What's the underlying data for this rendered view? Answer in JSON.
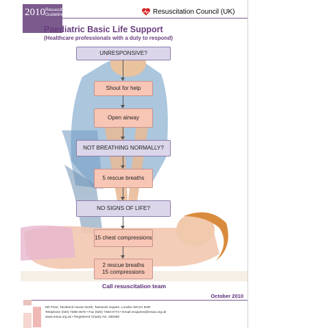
{
  "header": {
    "year": "2010",
    "guidelines_line1": "Resuscitation",
    "guidelines_line2": "Guidelines",
    "organisation": "Resuscitation Council (UK)"
  },
  "title": "Paediatric Basic Life Support",
  "subtitle": "(Healthcare professionals with a duty to respond)",
  "flow": {
    "step1": "UNRESPONSIVE?",
    "step2": "Shout for help",
    "step3": "Open airway",
    "step4": "NOT BREATHING NORMALLY?",
    "step5": "5 rescue breaths",
    "step6": "NO SIGNS OF LIFE?",
    "step7": "15 chest compressions",
    "step8_line1": "2 rescue breaths",
    "step8_line2": "15 compressions"
  },
  "call": "Call resuscitation team",
  "date": "October 2010",
  "footer": {
    "line1": "5th Floor, Tavistock House North, Tavistock Square, London WC1H 9HR",
    "line2": "Telephone (020) 7388-4678 • Fax (020) 7383-0773 • Email enquiries@resus.org.uk",
    "line3": "www.resus.org.uk • Registered Charity No. 286360"
  },
  "colors": {
    "brand_purple": "#7b5a8e",
    "box_purple": "#dcd6ea",
    "box_pink": "#f8c6b5",
    "heart_red": "#d8262b"
  }
}
